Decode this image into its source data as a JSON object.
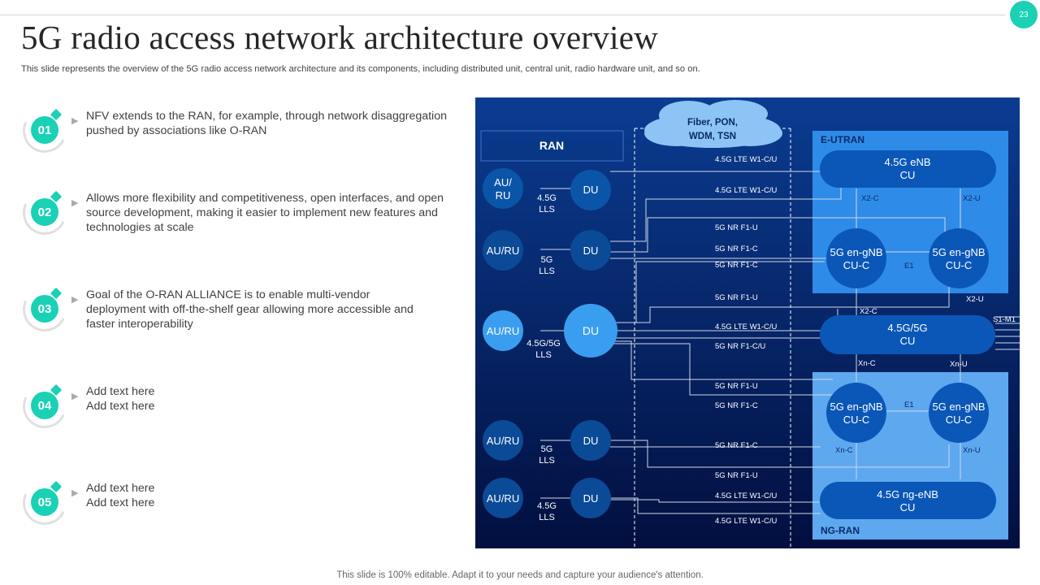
{
  "slide": {
    "page_number": "23",
    "title": "5G radio access network architecture overview",
    "subtitle": "This slide represents the overview of the 5G radio access network architecture and its components, including distributed unit, central unit, radio hardware unit, and so on.",
    "footer": "This slide is 100% editable. Adapt it to your needs and capture your audience's attention."
  },
  "points": [
    {
      "num": "01",
      "lines": [
        "NFV extends to the RAN, for example, through network disaggregation",
        "pushed by associations like O-RAN"
      ]
    },
    {
      "num": "02",
      "lines": [
        "Allows more flexibility  and competitiveness, open interfaces, and open",
        "source development, making it easier to implement new features and",
        "technologies at scale"
      ]
    },
    {
      "num": "03",
      "lines": [
        "Goal of the O-RAN ALLIANCE  is to enable multi-vendor",
        "deployment with off-the-shelf gear allowing more accessible and",
        "faster interoperability"
      ]
    },
    {
      "num": "04",
      "lines": [
        "Add text here",
        "Add text here"
      ]
    },
    {
      "num": "05",
      "lines": [
        "Add text here",
        "Add text here"
      ]
    }
  ],
  "diagram": {
    "cloud": [
      "Fiber, PON,",
      "WDM, TSN"
    ],
    "ran_label": "RAN",
    "eutran_label": "E-UTRAN",
    "ngran_label": "NG-RAN",
    "ran_rows": [
      {
        "auru": [
          "AU/",
          "RU"
        ],
        "lls": [
          "4.5G",
          "LLS"
        ],
        "du": "DU"
      },
      {
        "auru": [
          "AU/RU"
        ],
        "lls": [
          "5G",
          "LLS"
        ],
        "du": "DU"
      },
      {
        "auru": [
          "AU/RU"
        ],
        "lls": [
          "4.5G/5G",
          "LLS"
        ],
        "du": "DU"
      },
      {
        "auru": [
          "AU/RU"
        ],
        "lls": [
          "5G",
          "LLS"
        ],
        "du": "DU"
      },
      {
        "auru": [
          "AU/RU"
        ],
        "lls": [
          "4.5G",
          "LLS"
        ],
        "du": "DU"
      }
    ],
    "cus": {
      "enb": [
        "4.5G eNB",
        "CU"
      ],
      "gnb_top_left": [
        "5G en-gNB",
        "CU-C"
      ],
      "gnb_top_right": [
        "5G en-gNB",
        "CU-C"
      ],
      "mid": [
        "4.5G/5G",
        "CU"
      ],
      "gnb_bot_left": [
        "5G en-gNB",
        "CU-C"
      ],
      "gnb_bot_right": [
        "5G en-gNB",
        "CU-C"
      ],
      "ng_enb": [
        "4.5G ng-eNB",
        "CU"
      ]
    },
    "link_labels": [
      "4.5G LTE  W1-C/U",
      "4.5G LTE  W1-C/U",
      "5G NR  F1-U",
      "5G NR  F1-C",
      "5G NR  F1-C",
      "5G NR  F1-U",
      "4.5G LTE  W1-C/U",
      "5G NR  F1-C/U",
      "5G NR  F1-U",
      "5G NR  F1-C",
      "5G NR  F1-C",
      "5G NR  F1-U",
      "4.5G LTE  W1-C/U",
      "4.5G LTE  W1-C/U"
    ],
    "iface_labels": {
      "x2c_top": "X2-C",
      "x2u_top": "X2-U",
      "e1_top": "E1",
      "x2u_mid": "X2-U",
      "x2c_mid": "X2-C",
      "s1m1": "S1-M1",
      "xnc": "Xn-C",
      "xnu": "Xn-U",
      "e1_bot": "E1",
      "xnc_bot": "Xn-C",
      "xnu_bot": "Xn-U"
    },
    "colors": {
      "bg_top": "#0b3c91",
      "bg_bottom": "#020f3f",
      "panel": "#2f8be8",
      "cu": "#0a57b8",
      "node_dark": "#0b55a8",
      "node_light": "#3a9ef0",
      "cloud": "#8cc4f5",
      "accent": "#1ad1b5"
    }
  }
}
